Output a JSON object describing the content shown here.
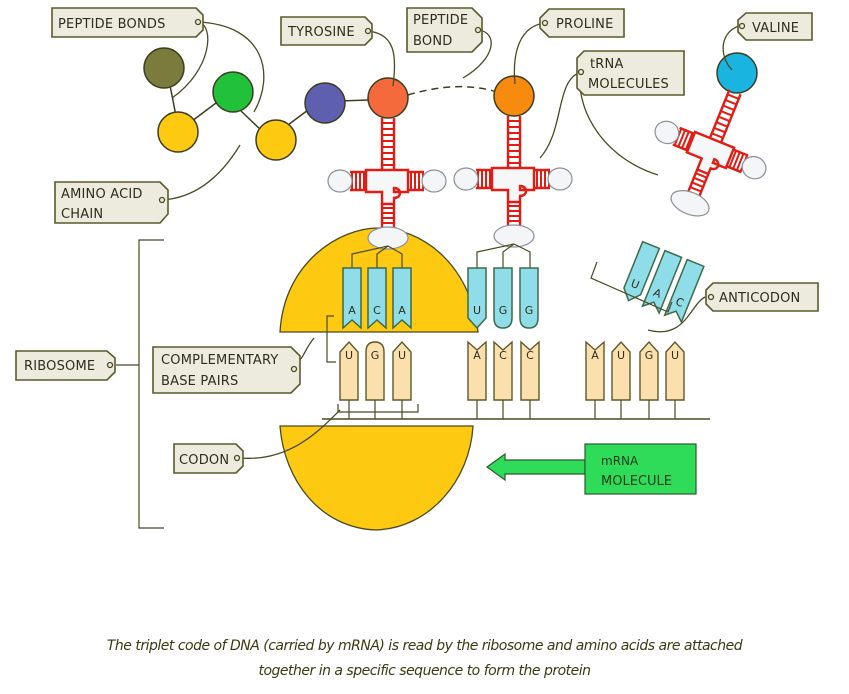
{
  "labels": {
    "peptide_bonds": "PEPTIDE   BONDS",
    "tyrosine": "TYROSINE",
    "peptide_bond_1": "PEPTIDE",
    "peptide_bond_2": "BOND",
    "proline": "PROLINE",
    "valine": "VALINE",
    "trna_1": "tRNA",
    "trna_2": "MOLECULES",
    "amino_acid_chain_1": "AMINO  ACID",
    "amino_acid_chain_2": "CHAIN",
    "ribosome": "RIBOSOME",
    "complementary_1": "COMPLEMENTARY",
    "complementary_2": "BASE   PAIRS",
    "codon": "CODON",
    "anticodon": "ANTICODON",
    "mrna_1": "mRNA",
    "mrna_2": "MOLECULE"
  },
  "amino_acids": [
    {
      "name": "amino-acid-olive",
      "color": "#7b7b3c"
    },
    {
      "name": "amino-acid-yellow-1",
      "color": "#fdc911"
    },
    {
      "name": "amino-acid-green",
      "color": "#22c13a"
    },
    {
      "name": "amino-acid-yellow-2",
      "color": "#fdc911"
    },
    {
      "name": "amino-acid-purple",
      "color": "#5e5fae"
    },
    {
      "name": "tyrosine",
      "color": "#f56a3c"
    },
    {
      "name": "proline",
      "color": "#f68b0f"
    },
    {
      "name": "valine",
      "color": "#19b5e0"
    }
  ],
  "trna": [
    {
      "amino_acid": "Tyrosine",
      "anticodon": [
        "A",
        "C",
        "A"
      ]
    },
    {
      "amino_acid": "Proline",
      "anticodon": [
        "U",
        "G",
        "G"
      ]
    },
    {
      "amino_acid": "Valine",
      "anticodon": [
        "U",
        "A",
        "C"
      ]
    }
  ],
  "mrna_bases": [
    "U",
    "G",
    "U",
    "A",
    "C",
    "C",
    "A",
    "U",
    "G",
    "U"
  ],
  "colors": {
    "ribosome": "#fdc911",
    "trna_stem": "#e31b13",
    "anticodon": "#8fdde8",
    "codon": "#fbe0ae",
    "mrna_arrow": "#2fdc59"
  },
  "caption": {
    "line1": "The triplet code of DNA (carried by mRNA) is read by the ribosome and amino acids are attached",
    "line2": "together in a specific sequence to form the protein"
  }
}
